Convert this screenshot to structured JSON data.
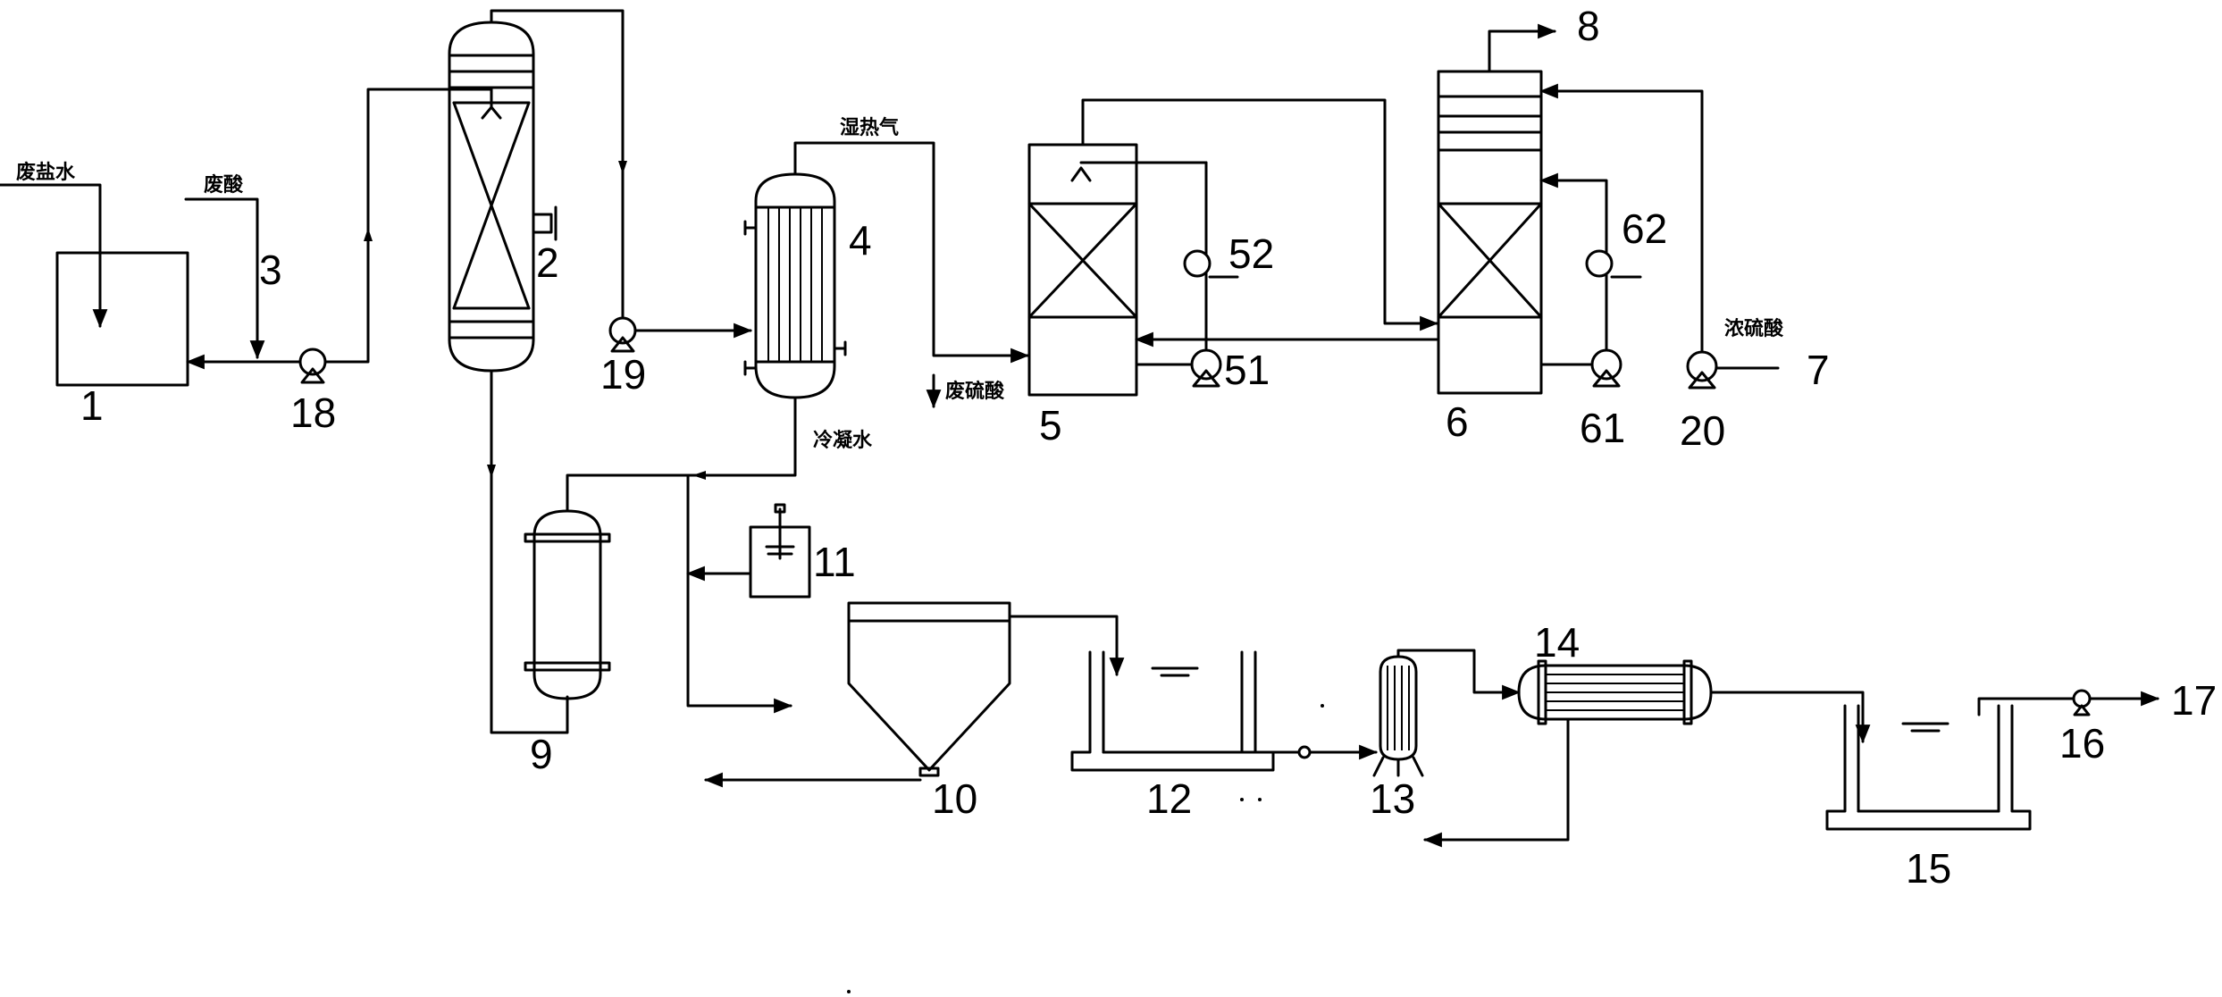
{
  "diagram": {
    "stream_labels": {
      "waste_salt_water": "废盐水",
      "waste_acid": "废酸",
      "hot_gas": "湿热气",
      "waste_sulfuric_acid": "废硫酸",
      "cooling_water": "冷凝水",
      "conc_sulfuric_acid": "浓硫酸"
    },
    "numbers": {
      "n1": "1",
      "n2": "2",
      "n3": "3",
      "n4": "4",
      "n5": "5",
      "n6": "6",
      "n7": "7",
      "n8": "8",
      "n9": "9",
      "n10": "10",
      "n11": "11",
      "n12": "12",
      "n13": "13",
      "n14": "14",
      "n15": "15",
      "n16": "16",
      "n17": "17",
      "n18": "18",
      "n19": "19",
      "n20": "20",
      "n51": "51",
      "n52": "52",
      "n61": "61",
      "n62": "62"
    }
  }
}
